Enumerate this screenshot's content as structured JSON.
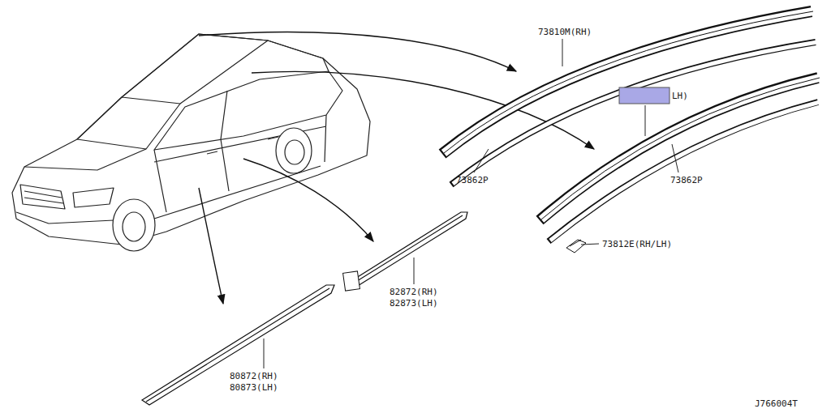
{
  "diagram": {
    "labels": [
      "73810M(RH)",
      "LH)",
      "73862P",
      "73862P",
      "73812E(RH/LH)",
      "82872(RH)",
      "82873(LH)",
      "80872(RH)",
      "80873(LH)",
      "J766004T"
    ]
  }
}
